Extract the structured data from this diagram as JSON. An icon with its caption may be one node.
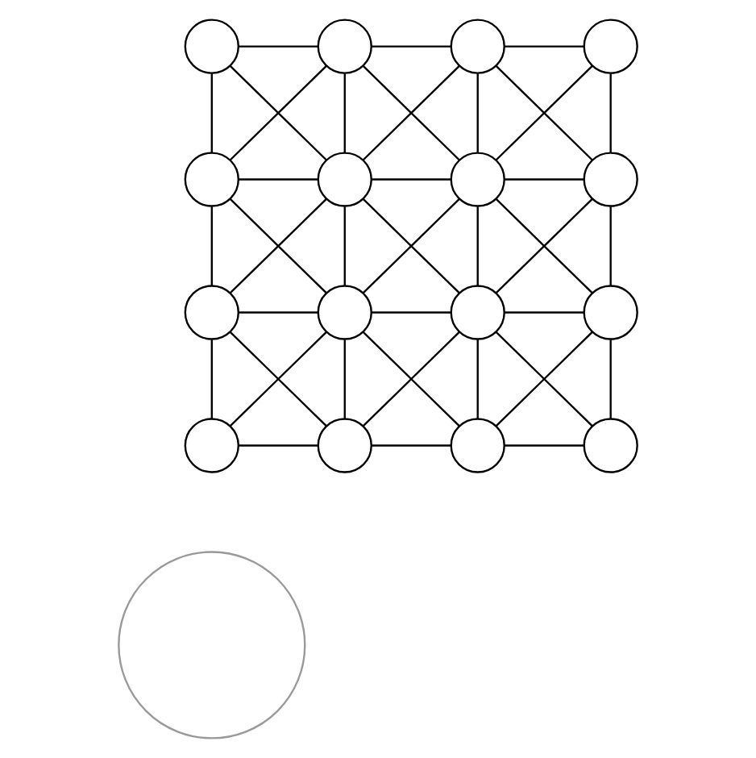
{
  "diagram": {
    "nodes": [
      {
        "text": [],
        "shape": "circle"
      },
      {
        "text": [],
        "shape": "circle"
      },
      {
        "text": [],
        "shape": "circle"
      },
      {
        "text": [],
        "shape": "circle"
      },
      {
        "text": [],
        "shape": "circle"
      },
      {
        "text": [],
        "shape": "circle"
      },
      {
        "text": [],
        "shape": "circle"
      },
      {
        "text": [],
        "shape": "circle"
      },
      {
        "text": [],
        "shape": "circle"
      },
      {
        "text": [],
        "shape": "circle"
      },
      {
        "text": [],
        "shape": "circle"
      },
      {
        "text": [],
        "shape": "circle"
      },
      {
        "text": [],
        "shape": "circle"
      },
      {
        "text": [],
        "shape": "circle"
      },
      {
        "text": [],
        "shape": "circle"
      },
      {
        "text": [],
        "shape": "circle"
      },
      {
        "text": [],
        "shape": "circle"
      }
    ],
    "edges": [
      {
        "from": 0,
        "to": 1,
        "arrow": "none"
      },
      {
        "from": 1,
        "to": 2,
        "arrow": "none"
      },
      {
        "from": 2,
        "to": 3,
        "arrow": "none"
      },
      {
        "from": 0,
        "to": 4,
        "arrow": "none"
      },
      {
        "from": 1,
        "to": 5,
        "arrow": "none"
      },
      {
        "from": 2,
        "to": 6,
        "arrow": "none"
      },
      {
        "from": 3,
        "to": 7,
        "arrow": "none"
      },
      {
        "from": 0,
        "to": 5,
        "arrow": "none"
      },
      {
        "from": 1,
        "to": 4,
        "arrow": "none"
      },
      {
        "from": 1,
        "to": 6,
        "arrow": "none"
      },
      {
        "from": 2,
        "to": 5,
        "arrow": "none"
      },
      {
        "from": 2,
        "to": 7,
        "arrow": "none"
      },
      {
        "from": 3,
        "to": 6,
        "arrow": "none"
      },
      {
        "from": 4,
        "to": 5,
        "arrow": "none"
      },
      {
        "from": 5,
        "to": 6,
        "arrow": "none"
      },
      {
        "from": 6,
        "to": 7,
        "arrow": "none"
      },
      {
        "from": 4,
        "to": 8,
        "arrow": "none"
      },
      {
        "from": 5,
        "to": 9,
        "arrow": "none"
      },
      {
        "from": 6,
        "to": 10,
        "arrow": "none"
      },
      {
        "from": 7,
        "to": 11,
        "arrow": "none"
      },
      {
        "from": 4,
        "to": 9,
        "arrow": "none"
      },
      {
        "from": 5,
        "to": 8,
        "arrow": "none"
      },
      {
        "from": 5,
        "to": 10,
        "arrow": "none"
      },
      {
        "from": 6,
        "to": 9,
        "arrow": "none"
      },
      {
        "from": 6,
        "to": 11,
        "arrow": "none"
      },
      {
        "from": 7,
        "to": 10,
        "arrow": "none"
      },
      {
        "from": 8,
        "to": 9,
        "arrow": "none"
      },
      {
        "from": 9,
        "to": 10,
        "arrow": "none"
      },
      {
        "from": 10,
        "to": 11,
        "arrow": "none"
      },
      {
        "from": 8,
        "to": 12,
        "arrow": "none"
      },
      {
        "from": 9,
        "to": 13,
        "arrow": "none"
      },
      {
        "from": 10,
        "to": 14,
        "arrow": "none"
      },
      {
        "from": 11,
        "to": 15,
        "arrow": "none"
      },
      {
        "from": 8,
        "to": 13,
        "arrow": "none"
      },
      {
        "from": 9,
        "to": 12,
        "arrow": "none"
      },
      {
        "from": 9,
        "to": 14,
        "arrow": "none"
      },
      {
        "from": 10,
        "to": 13,
        "arrow": "none"
      },
      {
        "from": 10,
        "to": 15,
        "arrow": "none"
      },
      {
        "from": 11,
        "to": 14,
        "arrow": "none"
      },
      {
        "from": 12,
        "to": 13,
        "arrow": "none"
      },
      {
        "from": 13,
        "to": 14,
        "arrow": "none"
      },
      {
        "from": 14,
        "to": 15,
        "arrow": "none"
      }
    ]
  }
}
